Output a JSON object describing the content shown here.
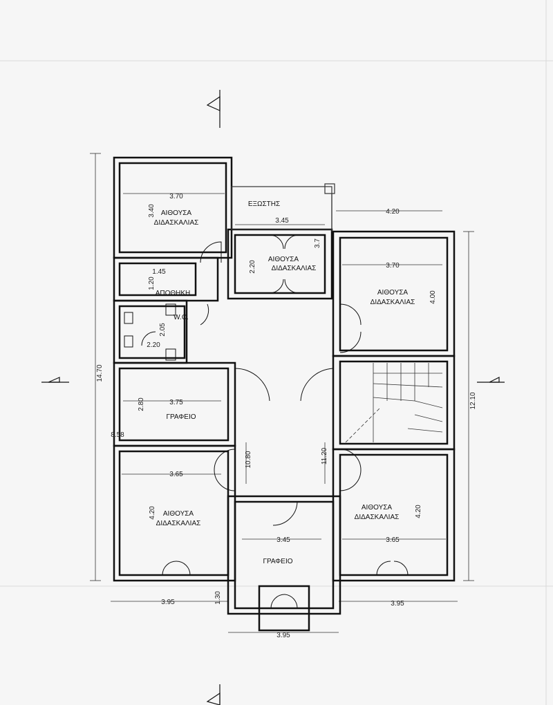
{
  "rooms": {
    "classroom_top_left": {
      "line1": "ΑΙΘΟΥΣΑ",
      "line2": "ΔΙΔΑΣΚΑΛΙΑΣ"
    },
    "classroom_top_center": {
      "line1": "ΑΙΘΟΥΣΑ",
      "line2": "ΔΙΔΑΣΚΑΛΙΑΣ"
    },
    "classroom_right_upper": {
      "line1": "ΑΙΘΟΥΣΑ",
      "line2": "ΔΙΔΑΣΚΑΛΙΑΣ"
    },
    "classroom_bottom_left": {
      "line1": "ΑΙΘΟΥΣΑ",
      "line2": "ΔΙΔΑΣΚΑΛΙΑΣ"
    },
    "classroom_bottom_right": {
      "line1": "ΑΙΘΟΥΣΑ",
      "line2": "ΔΙΔΑΣΚΑΛΙΑΣ"
    },
    "veranda": "ΕΞΩΣΤΗΣ",
    "storage": "ΑΠΟΘΗΚΗ",
    "wc": "W.C.",
    "office_left": "ΓΡΑΦΕΙΟ",
    "office_bottom": "ΓΡΑΦΕΙΟ"
  },
  "dimensions": {
    "tl_width": "3.70",
    "tl_height": "3.40",
    "veranda_width": "4.20",
    "tc_width": "3.45",
    "tc_height": "2.20",
    "tc_side": "3.7",
    "right_upper_width": "3.70",
    "right_upper_height": "4.00",
    "storage_width": "1.45",
    "storage_height": "1.20",
    "wc_height": "2.05",
    "wc_width": "2.20",
    "overall_height": "14.70",
    "right_overall": "12.10",
    "office_width": "3.75",
    "office_height": "2.80",
    "left_small": "8.58",
    "corridor_left": "10.80",
    "corridor_right": "11.20",
    "bl_width": "3.65",
    "bl_height": "4.20",
    "br_height": "4.20",
    "bc_width": "3.45",
    "br_width": "3.65",
    "bottom_left": "3.95",
    "bottom_right": "3.95",
    "bottom_center": "3.95",
    "porch_depth": "1.30"
  }
}
